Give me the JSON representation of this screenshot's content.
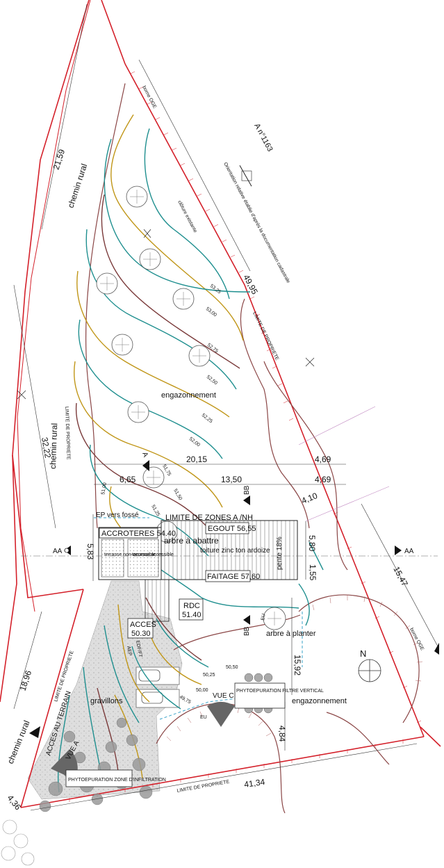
{
  "colors": {
    "property_line": "#d4202a",
    "contour_teal": "#1f8f8f",
    "contour_gold": "#c09618",
    "contour_brown": "#7a3a3a",
    "water": "#3aa3c9",
    "gravel": "#dcdcdc"
  },
  "labels": {
    "parcel": "A n°1163",
    "north_note": "Orientation relative établie d'après la documentation cadastrale",
    "borne_top": "borne OGE",
    "borne_right": "borne OGE",
    "cloture": "clôture existante",
    "chemin_top": "chemin rural",
    "chemin_left": "chemin rural",
    "chemin_bottom": "chemin rural",
    "limite_prop_right": "LIMITE DE PROPRIETE",
    "limite_prop_left": "LIMITE DE PROPRIETE",
    "limite_prop_lower_left": "LIMITE DE PROPRIETE",
    "limite_prop_bottom": "LIMITE DE PROPRIETE",
    "engazonnement_top": "engazonnement",
    "engazonnement_bottom": "engazonnement",
    "limite_zones": "LIMITE DE ZONES A /NH",
    "ep_fosse": "EP vers fossé",
    "accroteres": "ACCROTERES 54.40",
    "terrasse_non_access": "terrasse non-accessible",
    "terrasse_access": "terrasse accessible",
    "arbre_abattre": "arbre à abattre",
    "egout": "EGOUT 56,55",
    "toiture": "toiture zinc ton ardoize",
    "pente": "pente 18%",
    "faitage": "FAITAGE 57,60",
    "rdc_label": "RDC",
    "rdc_value": "51.40",
    "acces_label": "ACCES",
    "acces_value": "50.30",
    "gravillons": "gravillons",
    "acces_terrain": "ACCES AU TERRAIN",
    "vue_a": "VUE A",
    "vue_c": "VUE C",
    "phyto_filtre": "PHYTOEPURATION FILTRE VERTICAL",
    "phyto_zone": "PHYTOEPURATION ZONE D'INFILTRATION",
    "arbre_planter": "arbre à planter",
    "north": "N",
    "eu": "EU",
    "aep": "AEP",
    "edf": "EDF/FT",
    "section_aa": "AA",
    "section_bb": "BB",
    "section_a": "A"
  },
  "dimensions": {
    "d_21_59": "21,59",
    "d_49_95": "49,95",
    "d_32_22": "32,22",
    "d_20_15": "20,15",
    "d_4_69_a": "4,69",
    "d_6_65": "6,65",
    "d_13_50": "13,50",
    "d_4_69_b": "4,69",
    "d_4_10": "4,10",
    "d_5_83": "5,83",
    "d_5_80": "5,80",
    "d_1_55": "1,55",
    "d_15_47": "15,47",
    "d_15_92": "15,92",
    "d_18_96": "18,96",
    "d_4_84": "4,84",
    "d_41_34": "41,34",
    "d_4_36": "4,36"
  },
  "contours": {
    "c_53_25": "53,25",
    "c_53_00": "53,00",
    "c_52_75": "52,75",
    "c_52_50": "52,50",
    "c_52_25": "52,25",
    "c_52_00": "52,00",
    "c_51_75": "51,75",
    "c_51_50": "51,50",
    "c_51_25": "51,25",
    "c_51_00": "51,00",
    "c_50_50": "50,50",
    "c_50_25": "50,25",
    "c_50_00": "50,00",
    "c_49_75": "49,75"
  }
}
